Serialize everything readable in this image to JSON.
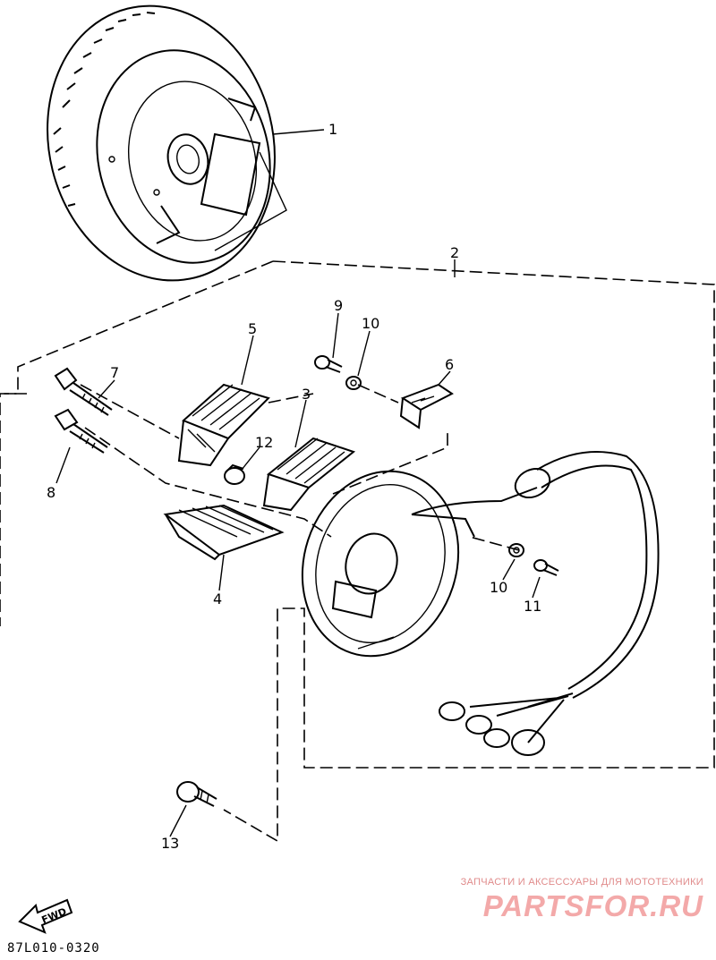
{
  "diagram": {
    "callouts": [
      "1",
      "2",
      "3",
      "4",
      "5",
      "6",
      "7",
      "8",
      "9",
      "10",
      "10",
      "11",
      "12",
      "13"
    ],
    "forward_label": "FWD",
    "drawing_code": "87L010-0320"
  },
  "watermark": {
    "tagline": "ЗАПЧАСТИ И АКСЕССУАРЫ ДЛЯ МОТОТЕХНИКИ",
    "logo_text": "PARTSFOR.RU"
  }
}
